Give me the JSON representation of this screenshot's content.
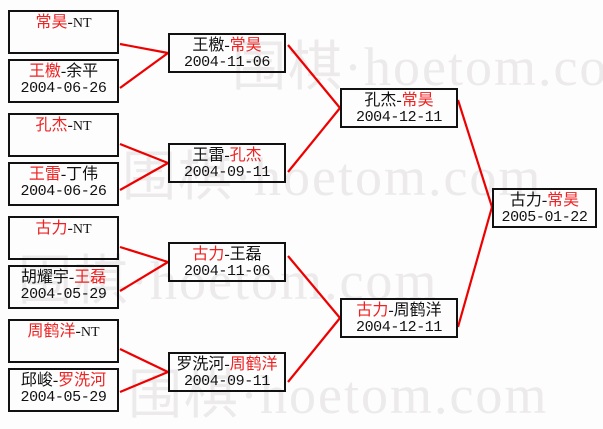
{
  "watermark": {
    "lines": [
      "围棋·hoetom.com",
      "围棋·hoetom.com",
      "围棋·hoetom.com",
      "围棋·hoetom.com"
    ]
  },
  "colors": {
    "winner": "#ee2222",
    "loser": "#111111",
    "connector": "#ee0000",
    "box_border": "#111111",
    "background": "#fdfdfd",
    "watermark": "#eceaea"
  },
  "bracket": {
    "round1": [
      {
        "id": "r1m1",
        "left": "常昊",
        "left_color": "#ee2222",
        "right": "NT",
        "right_color": "#111111",
        "date": ""
      },
      {
        "id": "r1m2",
        "left": "王檄",
        "left_color": "#ee2222",
        "right": "余平",
        "right_color": "#111111",
        "date": "2004-06-26"
      },
      {
        "id": "r1m3",
        "left": "孔杰",
        "left_color": "#ee2222",
        "right": "NT",
        "right_color": "#111111",
        "date": ""
      },
      {
        "id": "r1m4",
        "left": "王雷",
        "left_color": "#ee2222",
        "right": "丁伟",
        "right_color": "#111111",
        "date": "2004-06-26"
      },
      {
        "id": "r1m5",
        "left": "古力",
        "left_color": "#ee2222",
        "right": "NT",
        "right_color": "#111111",
        "date": ""
      },
      {
        "id": "r1m6",
        "left": "胡耀宇",
        "left_color": "#111111",
        "right": "王磊",
        "right_color": "#ee2222",
        "date": "2004-05-29"
      },
      {
        "id": "r1m7",
        "left": "周鹤洋",
        "left_color": "#ee2222",
        "right": "NT",
        "right_color": "#111111",
        "date": ""
      },
      {
        "id": "r1m8",
        "left": "邱峻",
        "left_color": "#111111",
        "right": "罗洗河",
        "right_color": "#ee2222",
        "date": "2004-05-29"
      }
    ],
    "round2": [
      {
        "id": "r2m1",
        "left": "王檄",
        "left_color": "#111111",
        "right": "常昊",
        "right_color": "#ee2222",
        "date": "2004-11-06"
      },
      {
        "id": "r2m2",
        "left": "王雷",
        "left_color": "#111111",
        "right": "孔杰",
        "right_color": "#ee2222",
        "date": "2004-09-11"
      },
      {
        "id": "r2m3",
        "left": "古力",
        "left_color": "#ee2222",
        "right": "王磊",
        "right_color": "#111111",
        "date": "2004-11-06"
      },
      {
        "id": "r2m4",
        "left": "罗洗河",
        "left_color": "#111111",
        "right": "周鹤洋",
        "right_color": "#ee2222",
        "date": "2004-09-11"
      }
    ],
    "round3": [
      {
        "id": "r3m1",
        "left": "孔杰",
        "left_color": "#111111",
        "right": "常昊",
        "right_color": "#ee2222",
        "date": "2004-12-11"
      },
      {
        "id": "r3m2",
        "left": "古力",
        "left_color": "#ee2222",
        "right": "周鹤洋",
        "right_color": "#111111",
        "date": "2004-12-11"
      }
    ],
    "final": [
      {
        "id": "r4m1",
        "left": "古力",
        "left_color": "#111111",
        "right": "常昊",
        "right_color": "#ee2222",
        "date": "2005-01-22"
      }
    ]
  }
}
